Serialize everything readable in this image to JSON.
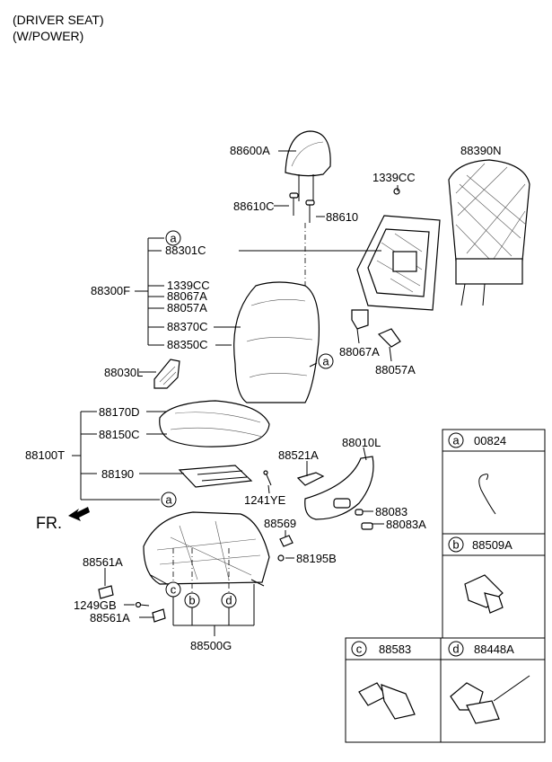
{
  "header": {
    "line1": "(DRIVER SEAT)",
    "line2": "(W/POWER)"
  },
  "labels": {
    "headrest": "88600A",
    "guide": "88610C",
    "guide2": "88610",
    "back_cover": "88390N",
    "nut": "1339CC",
    "frame_back": "88301C",
    "back_assy": "88300F",
    "back_nut": "1339CC",
    "hinge_left": "88067A",
    "hinge_right": "88057A",
    "back_pad": "88370C",
    "back_cover2": "88350C",
    "hinge_lower_left": "88067A",
    "hinge_lower_right": "88057A",
    "side_shield": "88030L",
    "cushion_pad": "88170D",
    "cushion_cover": "88150C",
    "cushion_assy": "88100T",
    "pan": "88190",
    "switch": "88521A",
    "outer_shield": "88010L",
    "screw": "1241YE",
    "knob": "88083",
    "knob2": "88083A",
    "clip": "88569",
    "bolt": "88195B",
    "front_label": "FR.",
    "bracket": "88561A",
    "bolt2": "1249GB",
    "bracket2": "88561A",
    "track_assy": "88500G"
  },
  "callouts": {
    "a": "a",
    "b": "b",
    "c": "c",
    "d": "d"
  },
  "detail_boxes": {
    "a": {
      "letter": "a",
      "part": "00824"
    },
    "b": {
      "letter": "b",
      "part": "88509A"
    },
    "c": {
      "letter": "c",
      "part": "88583"
    },
    "d": {
      "letter": "d",
      "part": "88448A"
    }
  }
}
